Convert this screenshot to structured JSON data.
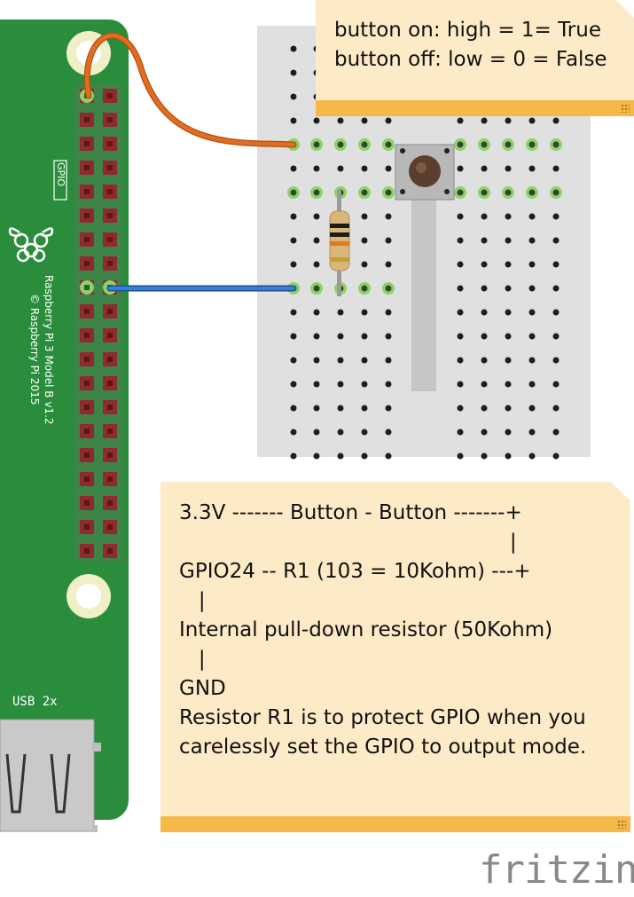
{
  "board": {
    "gpio_label": "GPIO",
    "model_line": "Raspberry Pi 3 Model B v1.2",
    "copyright_line": "© Raspberry Pi 2015",
    "usb_label": "USB 2x"
  },
  "note_top": {
    "lines": [
      "button on: high = 1= True",
      "button off: low = 0 = False"
    ]
  },
  "note_main": {
    "lines": [
      "3.3V ------- Button - Button -------+",
      "                                                   |",
      "GPIO24 -- R1 (103 = 10Kohm) ---+",
      "   |",
      "Internal pull-down resistor (50Kohm)",
      "   |",
      "GND",
      "",
      "Resistor R1 is to protect GPIO when you",
      "carelessly set the GPIO to output mode."
    ]
  },
  "logo": "fritzing",
  "colors": {
    "board": "#2a8d3c",
    "header_pin": "#8e2b2f",
    "wire_power": "#d9651b",
    "wire_signal": "#2e6fbf",
    "breadboard": "#e0e0e0",
    "note": "#fdebc7",
    "note_bar": "#f5b849",
    "active_hole": "#8fd16a"
  }
}
